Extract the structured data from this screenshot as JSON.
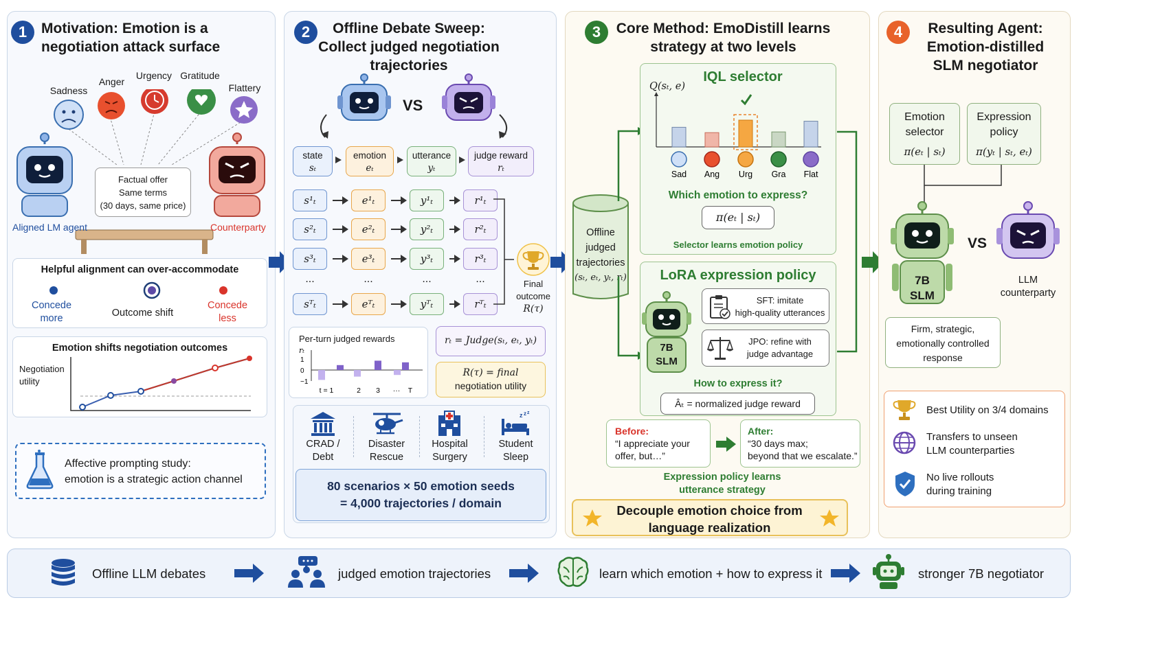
{
  "p1": {
    "num": "1",
    "title_l1": "Motivation: Emotion is a",
    "title_l2": "negotiation attack surface",
    "emotions": [
      "Sadness",
      "Anger",
      "Urgency",
      "Gratitude",
      "Flattery"
    ],
    "offer_l1": "Factual offer",
    "offer_l2": "Same terms",
    "offer_l3": "(30 days, same price)",
    "agent_label": "Aligned LM agent",
    "counter_label": "Counterparty",
    "align_title": "Helpful alignment can over-accommodate",
    "concede_more_l1": "Concede",
    "concede_more_l2": "more",
    "outcome_shift": "Outcome shift",
    "concede_less_l1": "Concede",
    "concede_less_l2": "less",
    "shift_title": "Emotion shifts negotiation outcomes",
    "util_l1": "Negotiation",
    "util_l2": "utility",
    "study_l1": "Affective prompting study:",
    "study_l2": "emotion is a strategic action channel"
  },
  "p2": {
    "num": "2",
    "title_l1": "Offline Debate Sweep:",
    "title_l2": "Collect judged negotiation",
    "title_l3": "trajectories",
    "vs": "VS",
    "hdr_state": "state",
    "hdr_emotion": "emotion",
    "hdr_utterance": "utterance",
    "hdr_judge": "judge reward",
    "sym_state": "sₜ",
    "sym_emotion": "eₜ",
    "sym_utterance": "yₜ",
    "sym_judge": "rₜ",
    "rows": [
      {
        "s": "s¹ₜ",
        "e": "e¹ₜ",
        "y": "y¹ₜ",
        "r": "r¹ₜ"
      },
      {
        "s": "s²ₜ",
        "e": "e²ₜ",
        "y": "y²ₜ",
        "r": "r²ₜ"
      },
      {
        "s": "s³ₜ",
        "e": "e³ₜ",
        "y": "y³ₜ",
        "r": "r³ₜ"
      }
    ],
    "ellipsis": "...",
    "last_row": {
      "s": "sᵀₜ",
      "e": "eᵀₜ",
      "y": "yᵀₜ",
      "r": "rᵀₜ"
    },
    "final_l1": "Final",
    "final_l2": "outcome",
    "final_l3": "R(τ)",
    "perturn_title": "Per-turn judged rewards",
    "perturn_ylabel": "rₜ",
    "perturn_yticks": [
      "1",
      "0",
      "−1"
    ],
    "perturn_xticks": [
      "t = 1",
      "2",
      "3",
      "···",
      "T"
    ],
    "judge_eq": "rₜ = Judge(sₜ, eₜ, yₜ)",
    "final_eq_l1": "R(τ) = final",
    "final_eq_l2": "negotiation utility",
    "domains": [
      {
        "l1": "CRAD /",
        "l2": "Debt"
      },
      {
        "l1": "Disaster",
        "l2": "Rescue"
      },
      {
        "l1": "Hospital",
        "l2": "Surgery"
      },
      {
        "l1": "Student",
        "l2": "Sleep"
      }
    ],
    "scen_l1": "80 scenarios  ×  50 emotion seeds",
    "scen_l2": "= 4,000 trajectories / domain"
  },
  "p3": {
    "num": "3",
    "title_l1": "Core Method: EmoDistill learns",
    "title_l2": "strategy at two levels",
    "db_l1": "Offline",
    "db_l2": "judged",
    "db_l3": "trajectories",
    "db_l4": "(sₜ, eₜ, yₜ, rₜ)",
    "iql_title": "IQL selector",
    "q_label": "Q(sₜ, e)",
    "bars": [
      {
        "label": "Sad",
        "value": 0.55
      },
      {
        "label": "Ang",
        "value": 0.4
      },
      {
        "label": "Urg",
        "value": 0.75
      },
      {
        "label": "Gra",
        "value": 0.42
      },
      {
        "label": "Flat",
        "value": 0.72
      }
    ],
    "which": "Which emotion to express?",
    "pi_sel": "π(eₜ | sₜ)",
    "sel_learns": "Selector learns emotion policy",
    "lora_title": "LoRA expression policy",
    "slm_l1": "7B",
    "slm_l2": "SLM",
    "sft_l1": "SFT: imitate",
    "sft_l2": "high-quality utterances",
    "jpo_l1": "JPO: refine with",
    "jpo_l2": "judge advantage",
    "how": "How to express it?",
    "adv": "Âₜ = normalized judge reward",
    "before_title": "Before:",
    "before_l1": "“I appreciate your",
    "before_l2": "offer, but…”",
    "after_title": "After:",
    "after_l1": "“30 days max;",
    "after_l2": "beyond that we escalate.”",
    "expr_l1": "Expression policy learns",
    "expr_l2": "utterance strategy",
    "decouple_l1": "Decouple emotion choice from",
    "decouple_l2": "language realization"
  },
  "p4": {
    "num": "4",
    "title_l1": "Resulting Agent:",
    "title_l2": "Emotion-distilled",
    "title_l3": "SLM negotiator",
    "emo_sel_l1": "Emotion",
    "emo_sel_l2": "selector",
    "emo_sel_eq": "π(eₜ | sₜ)",
    "expr_pol_l1": "Expression",
    "expr_pol_l2": "policy",
    "expr_pol_eq": "π(yₜ | sₜ, eₜ)",
    "slm_l1": "7B",
    "slm_l2": "SLM",
    "vs": "VS",
    "llm_l1": "LLM",
    "llm_l2": "counterparty",
    "firm_l1": "Firm, strategic,",
    "firm_l2": "emotionally controlled",
    "firm_l3": "response",
    "res1": "Best Utility on 3/4 domains",
    "res2_l1": "Transfers to unseen",
    "res2_l2": "LLM counterparties",
    "res3_l1": "No live rollouts",
    "res3_l2": "during training"
  },
  "bottom": {
    "s1": "Offline LLM debates",
    "s2": "judged emotion trajectories",
    "s3": "learn which emotion + how to express it",
    "s4": "stronger 7B negotiator"
  },
  "colors": {
    "blue": "#1f4e9e",
    "green": "#2e7d32",
    "orange": "#e8622a",
    "red": "#d9342b",
    "purple": "#7b5cc4"
  }
}
